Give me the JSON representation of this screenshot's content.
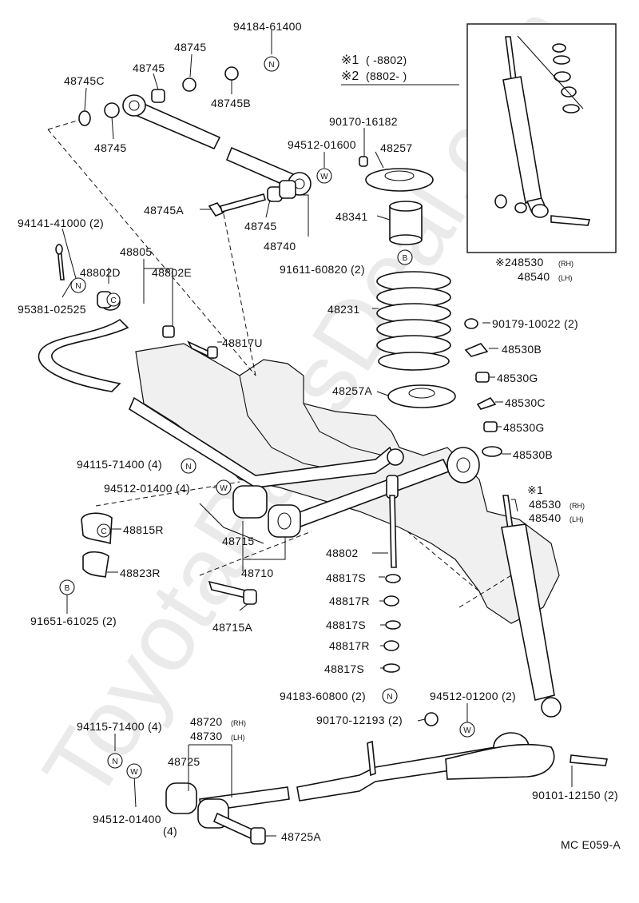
{
  "diagram_code": "MC E059-A",
  "watermark": "ToyotaPartsDeal.com",
  "legend": {
    "line1_mark": "※1",
    "line1_range": "(          -8802)",
    "line2_mark": "※2",
    "line2_range": "(8802-          )"
  },
  "markers": {
    "n": "N",
    "w": "W",
    "b": "B",
    "c": "C"
  },
  "labels": {
    "p94184_61400": "94184-61400",
    "p48745_a": "48745",
    "p48745_b": "48745",
    "p48745C": "48745C",
    "p48745B": "48745B",
    "p48745_c": "48745",
    "p90170_16182": "90170-16182",
    "p94512_01600": "94512-01600",
    "p48257": "48257",
    "p48745A": "48745A",
    "p48745_d": "48745",
    "p48740": "48740",
    "p48341": "48341",
    "p94141_41000": "94141-41000 (2)",
    "p48805": "48805",
    "p48802D": "48802D",
    "p48802E": "48802E",
    "p91611_60820": "91611-60820 (2)",
    "p95381_02525": "95381-02525",
    "p48231": "48231",
    "p90179_10022": "90179-10022 (2)",
    "p48817U": "48817U",
    "p48530B_a": "48530B",
    "p48530G_a": "48530G",
    "p48257A": "48257A",
    "p48530C": "48530C",
    "p48530G_b": "48530G",
    "p48530B_b": "48530B",
    "p94115_71400_a": "94115-71400 (4)",
    "p94512_01400_a": "94512-01400 (4)",
    "p48815R": "48815R",
    "p48715": "48715",
    "p48710": "48710",
    "p48823R": "48823R",
    "p48802": "48802",
    "p48817S_a": "48817S",
    "p48817R_a": "48817R",
    "p48817S_b": "48817S",
    "p48817R_b": "48817R",
    "p48817S_c": "48817S",
    "p91651_61025": "91651-61025 (2)",
    "p48715A": "48715A",
    "p94183_60800": "94183-60800 (2)",
    "p94512_01200": "94512-01200 (2)",
    "p90170_12193": "90170-12193 (2)",
    "p94115_71400_b": "94115-71400 (4)",
    "p48720": "48720",
    "p48720_rh": "(RH)",
    "p48730": "48730",
    "p48730_lh": "(LH)",
    "p48725": "48725",
    "p94512_01400_b": "94512-01400",
    "p94512_01400_b_qty": "(4)",
    "p48725A": "48725A",
    "p90101_12150": "90101-12150 (2)",
    "inset_48530": "※248530",
    "inset_48530_rh": "(RH)",
    "inset_48540": "48540",
    "inset_48540_lh": "(LH)",
    "shock_mark": "※1",
    "shock_48530": "48530",
    "shock_48530_rh": "(RH)",
    "shock_48540": "48540",
    "shock_48540_lh": "(LH)"
  }
}
